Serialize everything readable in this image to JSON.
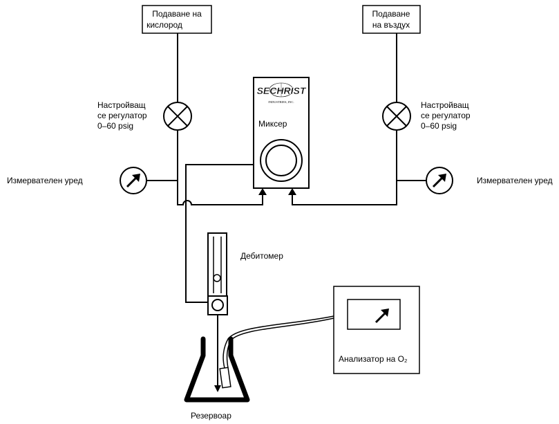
{
  "labels": {
    "oxygen_supply": [
      "Подаване на",
      "кислород"
    ],
    "air_supply": [
      "Подаване",
      "на въздух"
    ],
    "left_regulator": [
      "Настройващ",
      "се регулатор",
      "0–60 psig"
    ],
    "right_regulator": [
      "Настройващ",
      "се регулатор",
      "0–60 psig"
    ],
    "left_gauge": "Измервателен уред",
    "right_gauge": "Измервателен уред",
    "mixer": "Миксер",
    "flowmeter": "Дебитомер",
    "analyzer": "Анализатор на O₂",
    "reservoir": "Резервоар"
  },
  "brand": {
    "name": "SECHRIST",
    "subtitle": "INDUSTRIES, INC."
  }
}
